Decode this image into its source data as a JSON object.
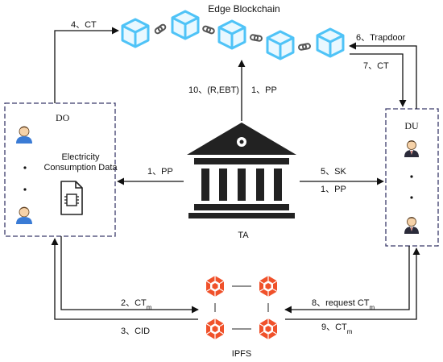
{
  "diagram": {
    "blockchain_label": "Edge Blockchain",
    "do_label": "DO",
    "du_label": "DU",
    "ta_label": "TA",
    "ipfs_label": "IPFS",
    "electricity_label_line1": "Electricity",
    "electricity_label_line2": "Consumption Data",
    "edges": {
      "e4": "4、CT",
      "e6": "6、Trapdoor",
      "e7": "7、CT",
      "e10": "10、(R,EBT)",
      "e1_top": "1、PP",
      "e1_left": "1、PP",
      "e5": "5、SK",
      "e1_right": "1、PP",
      "e2_prefix": "2、CT",
      "e2_sub": "m",
      "e3": "3、CID",
      "e8_prefix": "8、request CT",
      "e8_sub": "m",
      "e9_prefix": "9、CT",
      "e9_sub": "m"
    },
    "colors": {
      "block": "#4fc3f7",
      "ipfs": "#f0512a",
      "dashed_border": "#3b3b6b",
      "ta": "#222222",
      "chain": "#555555"
    },
    "icons": {
      "do_users": "user-icon",
      "du_users": "businessman-icon",
      "ta": "government-building-icon",
      "data": "document-chip-icon",
      "blocks": "cube-block-icon",
      "chain": "chain-link-icon",
      "ipfs": "ipfs-node-icon"
    }
  }
}
